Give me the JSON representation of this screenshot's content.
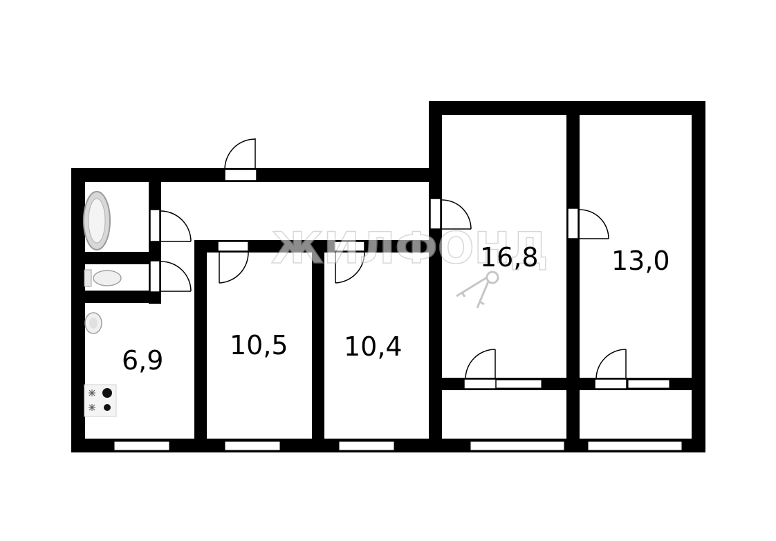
{
  "rooms": {
    "kitchen": "6,9",
    "room_a": "10,5",
    "room_b": "10,4",
    "room_c": "16,8",
    "room_d": "13,0"
  },
  "watermark": "ЖИЛФОНД",
  "colors": {
    "wall": "#000000",
    "floor": "#ffffff",
    "fixture_gray": "#c8c8c8",
    "watermark_stroke": "#b8b8b8"
  },
  "icons": [
    "bathtub-icon",
    "toilet-icon",
    "sink-icon",
    "stove-icon",
    "keys-icon",
    "door-swing-icon",
    "window-icon"
  ]
}
